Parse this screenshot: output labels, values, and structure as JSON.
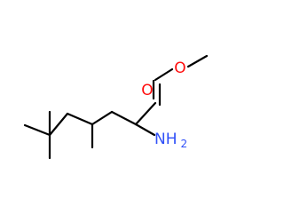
{
  "molecule": {
    "atoms": {
      "ether_oxygen": {
        "symbol": "O",
        "color": "#ff0d0d"
      },
      "carbonyl_oxygen": {
        "symbol": "O",
        "color": "#ff0d0d"
      },
      "amine": {
        "symbol": "NH",
        "subscript": "2",
        "color": "#3050f8"
      }
    },
    "bond_color": "#000000"
  }
}
